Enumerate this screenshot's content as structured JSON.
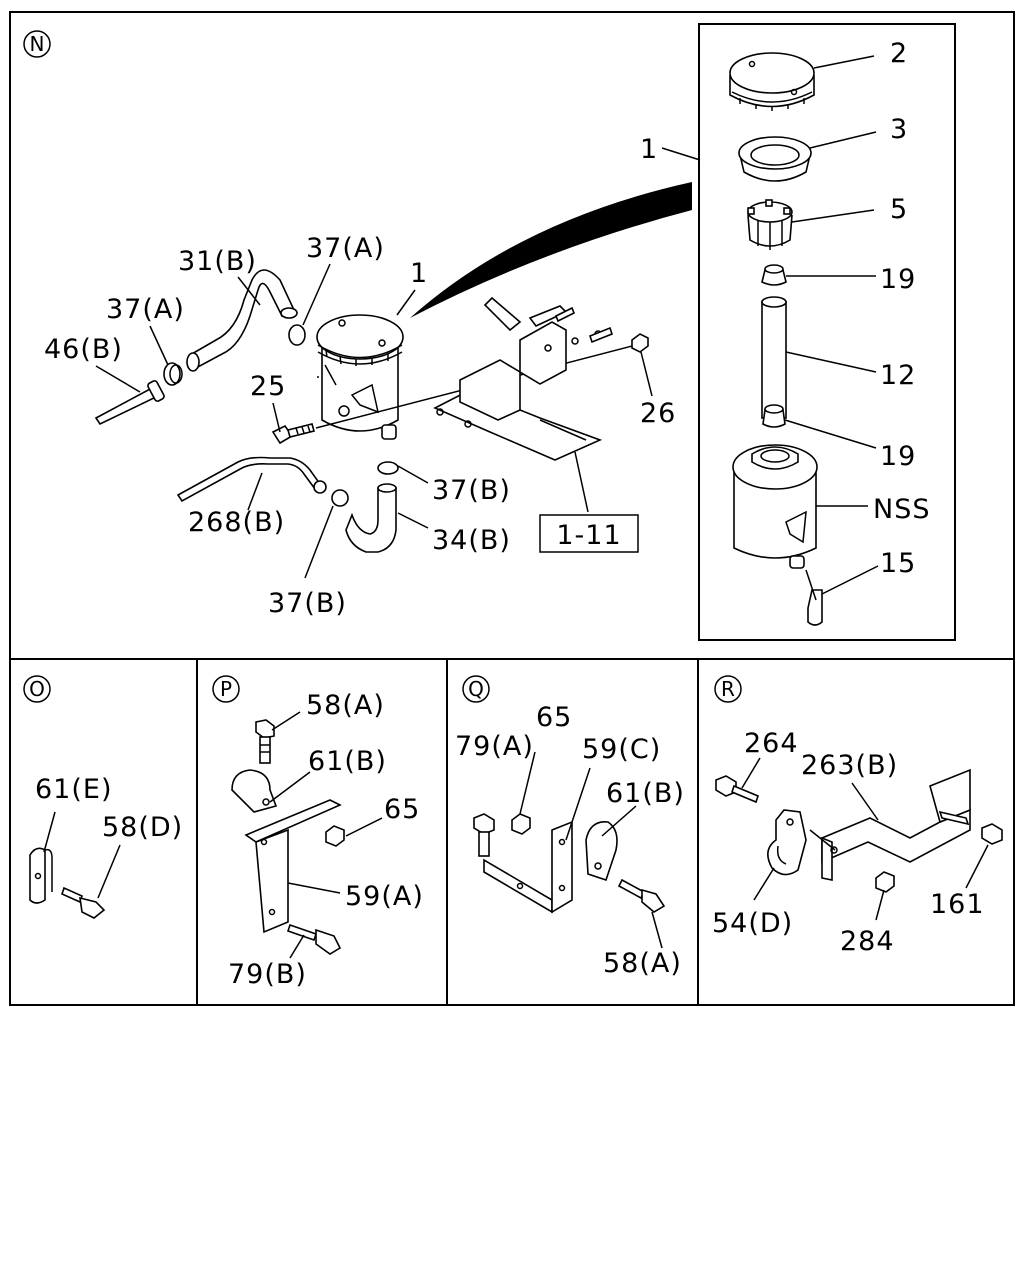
{
  "sections": {
    "n": {
      "marker": "N",
      "labels": {
        "l31b": "31(B)",
        "l37a_top": "37(A)",
        "l1_main": "1",
        "l37a_left": "37(A)",
        "l46b": "46(B)",
        "l25": "25",
        "l26": "26",
        "l37b_right": "37(B)",
        "l268b": "268(B)",
        "l34b": "34(B)",
        "l37b_bottom": "37(B)",
        "ref": "1-11"
      }
    },
    "inset": {
      "labels": {
        "l1": "1",
        "l2": "2",
        "l3": "3",
        "l5": "5",
        "l19a": "19",
        "l12": "12",
        "l19b": "19",
        "nss": "NSS",
        "l15": "15"
      }
    },
    "o": {
      "marker": "O",
      "labels": {
        "l61e": "61(E)",
        "l58d": "58(D)"
      }
    },
    "p": {
      "marker": "P",
      "labels": {
        "l58a": "58(A)",
        "l61b": "61(B)",
        "l65": "65",
        "l59a": "59(A)",
        "l79b": "79(B)"
      }
    },
    "q": {
      "marker": "Q",
      "labels": {
        "l65": "65",
        "l79a": "79(A)",
        "l59c": "59(C)",
        "l61b": "61(B)",
        "l58a": "58(A)"
      }
    },
    "r": {
      "marker": "R",
      "labels": {
        "l264": "264",
        "l263b": "263(B)",
        "l54d": "54(D)",
        "l284": "284",
        "l161": "161"
      }
    }
  }
}
